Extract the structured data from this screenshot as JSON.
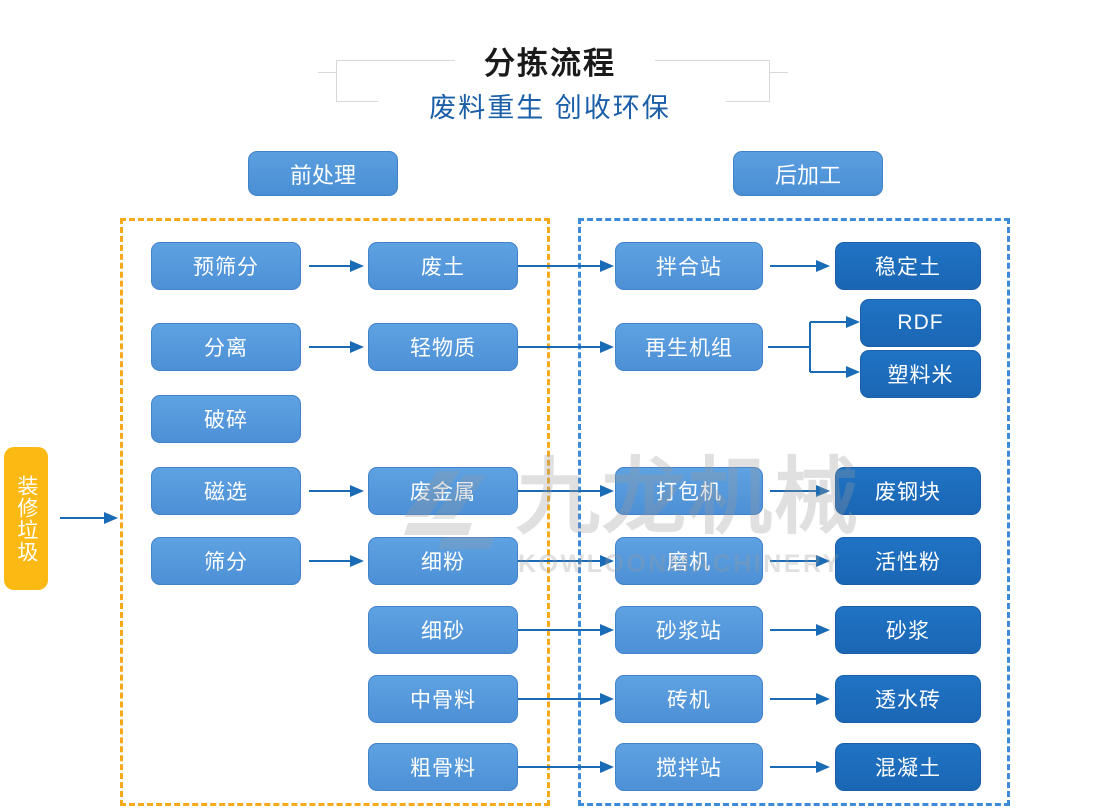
{
  "header": {
    "title": "分拣流程",
    "subtitle": "废料重生 创收环保"
  },
  "sections": {
    "pre_label": "前处理",
    "post_label": "后加工"
  },
  "input": {
    "label": "装修垃圾"
  },
  "pre_process": {
    "stages": [
      {
        "name": "预筛分",
        "output": "废土"
      },
      {
        "name": "分离",
        "output": "轻物质"
      },
      {
        "name": "破碎",
        "output": null
      },
      {
        "name": "磁选",
        "output": "废金属"
      },
      {
        "name": "筛分",
        "output": "细粉"
      }
    ],
    "materials": [
      "细砂",
      "中骨料",
      "粗骨料"
    ]
  },
  "post_process": {
    "units": [
      {
        "machine": "拌合站",
        "products": [
          "稳定土"
        ]
      },
      {
        "machine": "再生机组",
        "products": [
          "RDF",
          "塑料米"
        ]
      },
      {
        "machine": "打包机",
        "products": [
          "废钢块"
        ]
      },
      {
        "machine": "磨机",
        "products": [
          "活性粉"
        ]
      },
      {
        "machine": "砂浆站",
        "products": [
          "砂浆"
        ]
      },
      {
        "machine": "砖机",
        "products": [
          "透水砖"
        ]
      },
      {
        "machine": "搅拌站",
        "products": [
          "混凝土"
        ]
      }
    ]
  },
  "watermark": {
    "cn": "九龙机械",
    "en": "KOWLOONMACHINERY"
  },
  "colors": {
    "process_blue": "#4d90d6",
    "product_blue": "#1a66b4",
    "input_orange": "#fdb913",
    "zone_pre_border": "#f5a91b",
    "zone_post_border": "#3c8ad9",
    "arrow": "#1a6bb5",
    "subtitle": "#1a5fa8"
  }
}
